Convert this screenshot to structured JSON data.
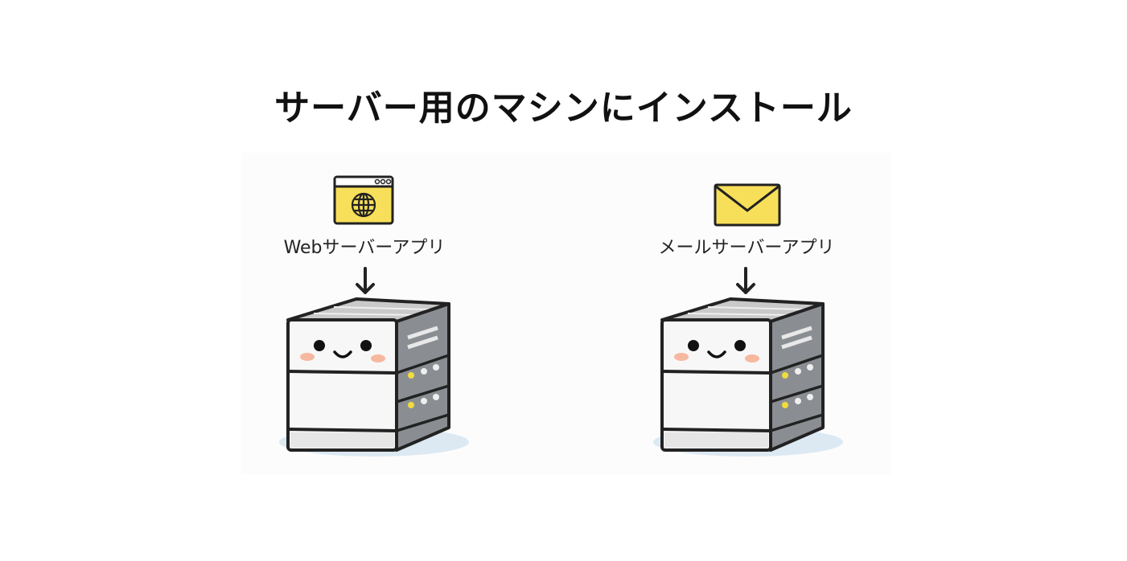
{
  "title": "サーバー用のマシンにインストール",
  "apps": [
    {
      "label": "Webサーバーアプリ",
      "icon": "browser-globe-icon"
    },
    {
      "label": "メールサーバーアプリ",
      "icon": "envelope-icon"
    }
  ],
  "colors": {
    "icon_fill": "#f7df5a",
    "cheek": "#f6b89e",
    "led_yellow": "#f0dc3c",
    "shadow": "#dce9f3"
  }
}
